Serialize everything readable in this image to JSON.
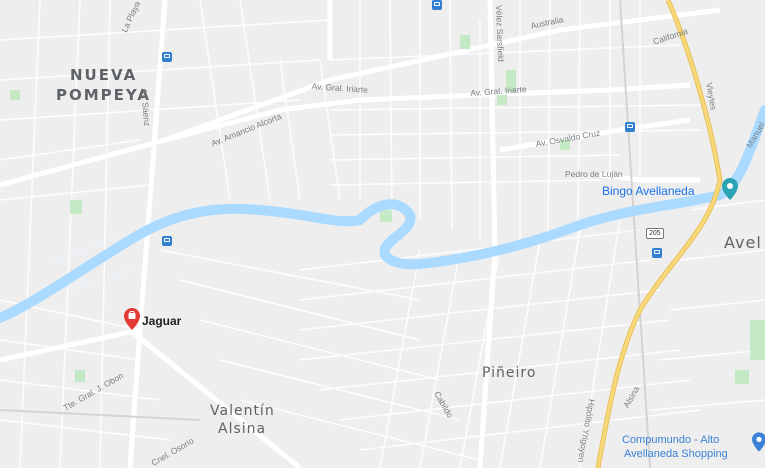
{
  "areas": {
    "nueva_pompeya_line1": "NUEVA",
    "nueva_pompeya_line2": "POMPEYA",
    "valentin_line1": "Valentín",
    "valentin_line2": "Alsina",
    "pineiro": "Piñeiro",
    "avellaneda_partial": "Avel"
  },
  "streets": {
    "av_saenz": "Av. Sáenz",
    "av_gral_iriarte_w": "Av. Gral. Iriarte",
    "av_gral_iriarte_e": "Av. Gral. Iriarte",
    "av_amancio_alcorta": "Av. Amancio Alcorta",
    "velez_sarsfield": "Vélez Sarsfield",
    "australia": "Australia",
    "california": "California",
    "vieytes": "Vieytes",
    "av_osvaldo_cruz": "Av. Osvaldo Cruz",
    "pedro_de_lujan": "Pedro de Luján",
    "tte_gral_j_olmos": "Tte. Gral. J. Obon",
    "cnel_osorio": "Cnel. Osorio",
    "cabildo": "Cabildo",
    "hipolito_yrigoyen": "Hipólito Yrigoyen",
    "alsina": "Alsina",
    "manuel": "Manuel",
    "la_playa": "La Playa"
  },
  "river_labels": {
    "buenos_aires_1": "BUENOS AIRES",
    "buenos_aires_2": "BUENOS AIRES"
  },
  "pois": {
    "jaguar": "Jaguar",
    "bingo": "Bingo Avellaneda",
    "compumundo_line1": "Compumundo - Alto",
    "compumundo_line2": "Avellaneda Shopping"
  },
  "shields": {
    "route_205": "205"
  },
  "colors": {
    "land": "#eeeeee",
    "road": "#ffffff",
    "water": "#aadaff",
    "park": "#c5e8c5",
    "highway": "#f8d97a",
    "rail": "#c8c8c8",
    "poi_red": "#e53935",
    "poi_teal": "#2aa3b5",
    "transit": "#2f7fd3"
  }
}
